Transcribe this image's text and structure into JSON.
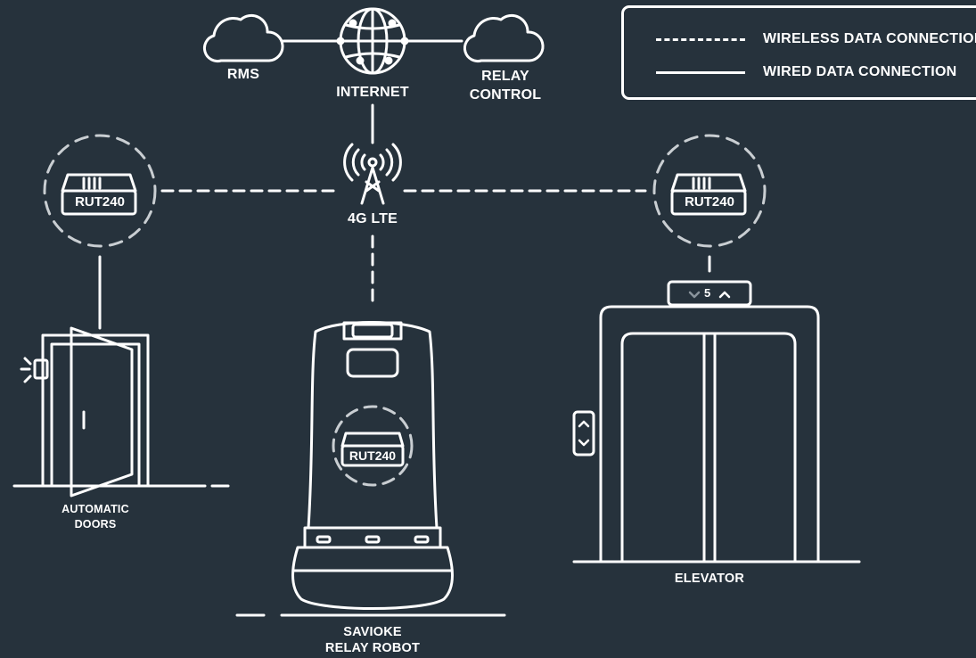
{
  "legend": {
    "wireless_label": "WIRELESS DATA CONNECTION",
    "wired_label": "WIRED DATA CONNECTION"
  },
  "nodes": {
    "rms": "RMS",
    "internet": "INTERNET",
    "relay_control_line1": "RELAY",
    "relay_control_line2": "CONTROL",
    "lte": "4G LTE",
    "router_model": "RUT240",
    "automatic_doors_line1": "AUTOMATIC",
    "automatic_doors_line2": "DOORS",
    "robot_line1": "SAVIOKE",
    "robot_line2": "RELAY ROBOT",
    "elevator": "ELEVATOR",
    "floor_number": "5"
  },
  "icons": {
    "cloud": "cloud-icon",
    "globe": "globe-icon",
    "tower": "cell-tower-icon",
    "router": "router-icon",
    "door": "door-icon",
    "robot": "robot-icon",
    "elevator": "elevator-icon"
  },
  "colors": {
    "background": "#26323c",
    "line": "#ffffff",
    "dashed_circle": "#c9ced2"
  }
}
